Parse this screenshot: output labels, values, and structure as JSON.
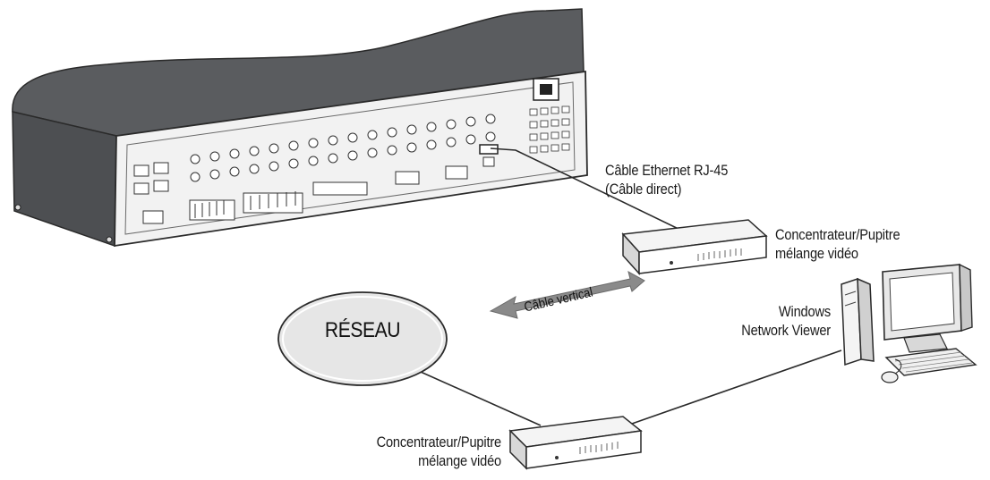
{
  "labels": {
    "ethernet_cable_line1": "Câble Ethernet RJ-45",
    "ethernet_cable_line2": "(Câble direct)",
    "hub_top_line1": "Concentrateur/Pupitre",
    "hub_top_line2": "mélange vidéo",
    "network": "RÉSEAU",
    "vertical_cable": "Câble vertical",
    "viewer_line1": "Windows",
    "viewer_line2": "Network Viewer",
    "hub_bottom_line1": "Concentrateur/Pupitre",
    "hub_bottom_line2": "mélange vidéo"
  },
  "colors": {
    "device_body": "#5a5c5f",
    "device_panel": "#f2f2f2",
    "network_fill": "#e6e6e6",
    "arrow": "#8a8a8a",
    "cable": "#2a2a2a"
  }
}
